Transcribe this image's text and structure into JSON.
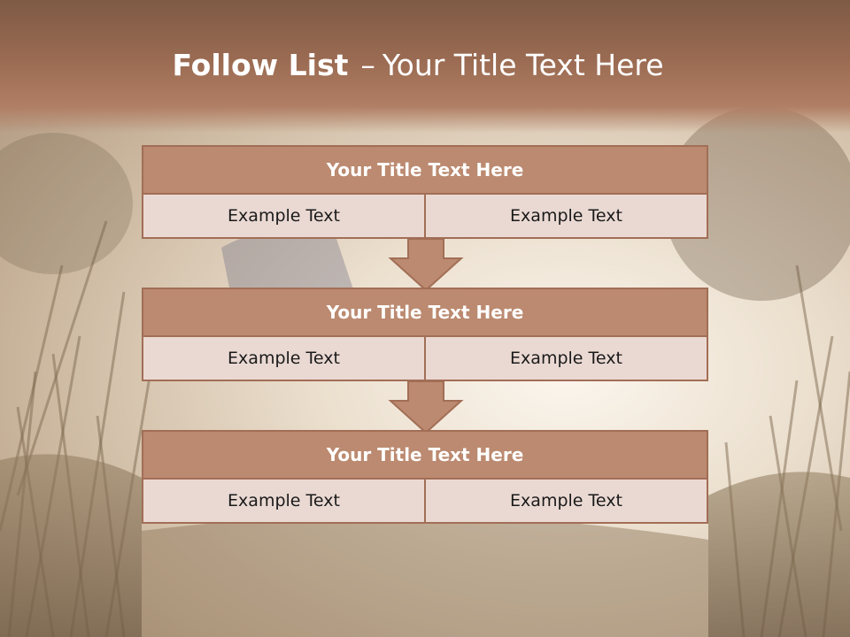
{
  "slide": {
    "title_bold": "Follow List",
    "title_separator": "–",
    "title_rest": "Your Title Text Here"
  },
  "blocks": [
    {
      "title": "Your Title Text Here",
      "cells": [
        "Example Text",
        "Example Text"
      ]
    },
    {
      "title": "Your Title Text Here",
      "cells": [
        "Example Text",
        "Example Text"
      ]
    },
    {
      "title": "Your Title Text Here",
      "cells": [
        "Example Text",
        "Example Text"
      ]
    }
  ],
  "colors": {
    "header": "#8a6350",
    "block_title": "#bb8a70",
    "cell": "#ead9d3",
    "border": "#a26e56"
  },
  "icons": [
    "down-arrow-icon",
    "down-arrow-icon"
  ]
}
